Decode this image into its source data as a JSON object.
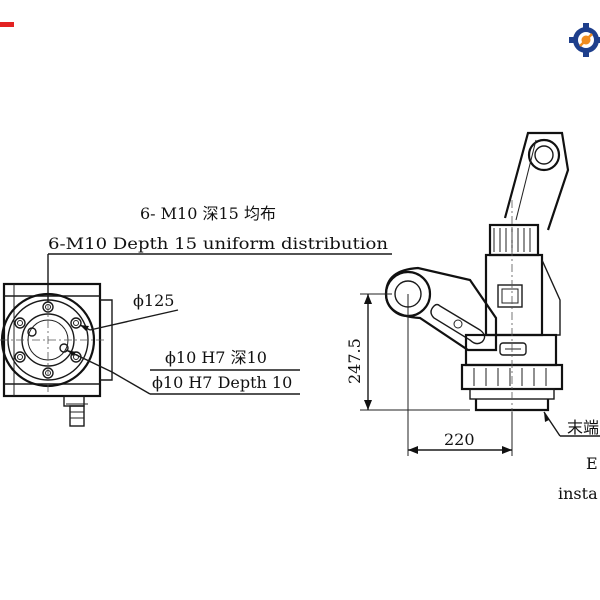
{
  "annotations": {
    "mount_cn": "6- M10 深15 均布",
    "mount_en": "6-M10 Depth 15 uniform distribution",
    "diameter_125": "ϕ125",
    "pin_cn": "ϕ10 H7 深10",
    "pin_en": "ϕ10 H7 Depth 10",
    "dim_height": "247.5",
    "dim_width": "220",
    "end_label_partial": "末端",
    "end_en_partial": "E",
    "install_partial": "insta"
  },
  "colors": {
    "line": "#1a1a1a",
    "brand_red": "#e32222",
    "logo_blue": "#1e3f8c",
    "logo_orange": "#f08c1e"
  },
  "icons": [
    "company-logo-icon"
  ]
}
